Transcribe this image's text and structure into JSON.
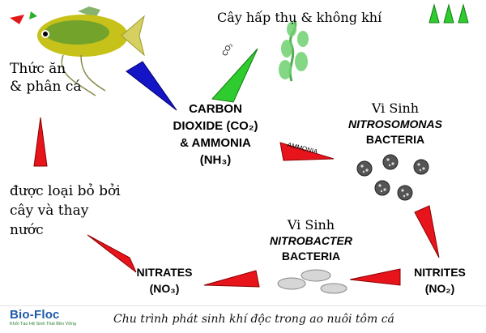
{
  "labels": {
    "plants_absorb": "Cây hấp thụ & không khí",
    "food_waste_line1": "Thức ăn",
    "food_waste_line2": "& phân cá",
    "co2_ammonia": [
      "CARBON",
      "DIOXIDE (CO₂)",
      "& AMMONIA",
      "(NH₃)"
    ],
    "nitrosomonas": {
      "prefix": "Vi Sinh",
      "genus": "NITROSOMONAS",
      "suffix": "BACTERIA"
    },
    "removed": [
      "được loại bỏ bởi",
      "cây và thay",
      "nước"
    ],
    "nitrobacter": {
      "prefix": "Vi Sinh",
      "genus": "NITROBACTER",
      "suffix": "BACTERIA"
    },
    "nitrates": [
      "NITRATES",
      "(NO₃)"
    ],
    "nitrites": [
      "NITRITES",
      "(NO₂)"
    ],
    "arrow_co2": "CO₂",
    "arrow_ammonia": "AMMONIA"
  },
  "logo": {
    "name": "Bio-Floc",
    "tagline": "Khởi Tạo Hệ Sinh Thái Bền Vững"
  },
  "caption": "Chu trình phát sinh khí độc trong ao nuôi tôm cá",
  "colors": {
    "arrow_red": "#e8141c",
    "arrow_blue": "#1515c8",
    "arrow_green": "#2ecc2e",
    "plant_green": "#6fd06f",
    "brand_blue": "#1e5aa8"
  },
  "icons": [
    "fish-icon",
    "water-plant-icon",
    "nitrosomonas-bacteria-icon",
    "nitrobacter-bacteria-icon",
    "grass-icon"
  ]
}
